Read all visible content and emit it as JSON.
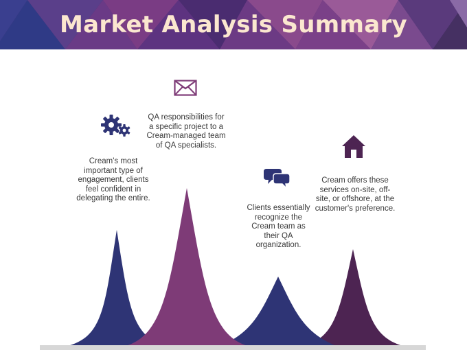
{
  "header": {
    "title": "Market Analysis Summary"
  },
  "colors": {
    "navy": "#2e3475",
    "purple": "#7e3b77",
    "plum": "#4d2452",
    "header_base": "#4b2f73",
    "title_text": "#fbe7cf"
  },
  "blocks": [
    {
      "icon": "gears-icon",
      "text": "Cream's most important type of engagement, clients feel confident in delegating the entire."
    },
    {
      "icon": "envelope-icon",
      "text": "QA responsibilities for a specific project to a Cream-managed team of QA specialists."
    },
    {
      "icon": "chat-bubbles-icon",
      "text": "Clients essentially recognize the Cream team as their QA organization."
    },
    {
      "icon": "house-icon",
      "text": "Cream offers these services on-site, off-site, or offshore, at the customer's preference."
    }
  ]
}
